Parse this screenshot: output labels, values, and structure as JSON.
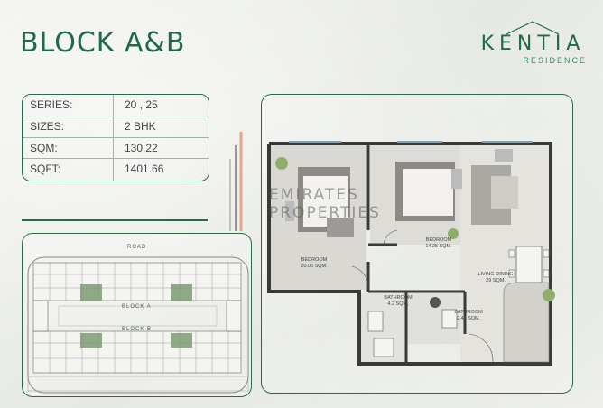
{
  "header": {
    "title": "BLOCK A&B"
  },
  "brand": {
    "name": "KENTIA",
    "sub": "RESIDENCE"
  },
  "specs": [
    {
      "key": "SERIES:",
      "value": "20 , 25"
    },
    {
      "key": "SIZES:",
      "value": "2 BHK"
    },
    {
      "key": "SQM:",
      "value": "130.22"
    },
    {
      "key": "SQFT:",
      "value": "1401.66"
    }
  ],
  "site": {
    "road": "ROAD",
    "block_a": "BLOCK A",
    "block_b": "BLOCK B"
  },
  "watermark": {
    "line1": "EMIRATES",
    "line2": "PROPERTIES"
  },
  "rooms": {
    "bed1": {
      "name": "BEDROOM",
      "area": "20.00 SQM."
    },
    "bed2": {
      "name": "BEDROOM",
      "area": "14.25 SQM."
    },
    "living": {
      "name": "LIVING-DINING",
      "area": "29 SQM."
    },
    "bath1": {
      "name": "BATHROOM",
      "area": "4.2 SQM."
    },
    "bath2": {
      "name": "BATHROOM",
      "area": "2.47 SQM."
    }
  },
  "colors": {
    "brand": "#1f6b45",
    "accent_stripe": "#e8a58a"
  }
}
